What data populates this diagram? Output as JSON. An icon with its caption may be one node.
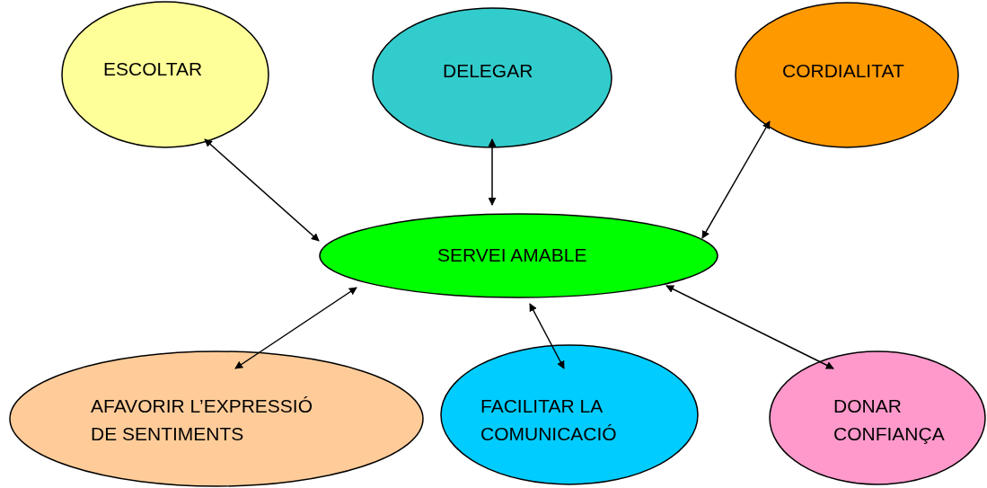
{
  "diagram": {
    "nodes": [
      {
        "text": [
          "ESCOLTAR"
        ]
      },
      {
        "text": [
          "DELEGAR"
        ]
      },
      {
        "text": [
          "CORDIALITAT"
        ]
      },
      {
        "text": [
          "SERVEI AMABLE"
        ]
      },
      {
        "text": [
          "AFAVORIR L’EXPRESSIÓ DE SENTIMENTS"
        ]
      },
      {
        "text": [
          "FACILITAR LA COMUNICACIÓ"
        ]
      },
      {
        "text": [
          "DONAR CONFIANÇA"
        ]
      }
    ],
    "edges": [
      {
        "from": 0,
        "to": 3,
        "arrow": "both"
      },
      {
        "from": 1,
        "to": 3,
        "arrow": "both"
      },
      {
        "from": 2,
        "to": 3,
        "arrow": "both"
      },
      {
        "from": 4,
        "to": 3,
        "arrow": "both"
      },
      {
        "from": 5,
        "to": 3,
        "arrow": "both"
      },
      {
        "from": 6,
        "to": 3,
        "arrow": "both"
      }
    ]
  }
}
